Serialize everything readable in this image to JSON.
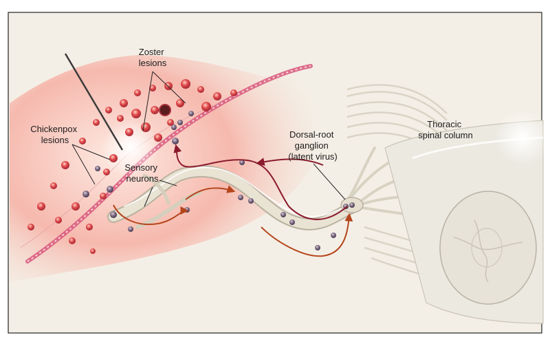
{
  "labels": {
    "zoster": [
      "Zoster",
      "lesions"
    ],
    "chickenpox": [
      "Chickenpox",
      "lesions"
    ],
    "sensory": [
      "Sensory",
      "neurons"
    ],
    "ganglion": [
      "Dorsal-root",
      "ganglion",
      "(latent virus)"
    ],
    "spinal": [
      "Thoracic",
      "spinal column"
    ]
  },
  "colors": {
    "frame": "#222222",
    "background": "#f4efe6",
    "skin_inflamed": "#f3a6a6",
    "skin_surface": "#d8587a",
    "lesion": "#d94545",
    "virus_particle": "#6e5c72",
    "nerve": "#e7e1d2",
    "spine": "#ece9e1",
    "arrow_dark": "#8a1a2c",
    "arrow_orange": "#b5451c"
  }
}
